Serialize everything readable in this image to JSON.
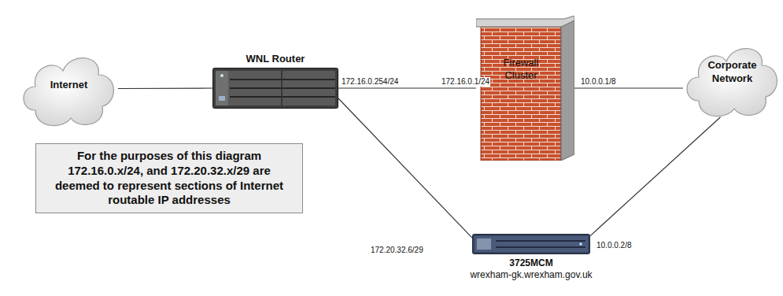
{
  "diagram": {
    "nodes": [
      {
        "text": [
          "Internet"
        ]
      },
      {
        "text": [
          "WNL Router"
        ]
      },
      {
        "text": [
          "Firewall Cluster"
        ]
      },
      {
        "text": [
          "Corporate Network"
        ]
      },
      {
        "text": [
          "For the purposes of this diagram 172.16.0.x/24, and 172.20.32.x/29 are deemed to represent sections of Internet routable IP addresses"
        ]
      },
      {
        "text": [
          "3725MCM",
          "wrexham-gk.wrexham.gov.uk"
        ]
      }
    ],
    "edges": [
      {
        "from": 0,
        "to": 1,
        "arrow": "none"
      },
      {
        "from": 1,
        "to": 2,
        "arrow": "none"
      },
      {
        "from": 2,
        "to": 3,
        "arrow": "none"
      },
      {
        "from": 1,
        "to": 5,
        "arrow": "none"
      },
      {
        "from": 5,
        "to": 3,
        "arrow": "none"
      }
    ],
    "labels": [
      "172.16.0.254/24",
      "172.16.0.1/24",
      "10.0.0.1/8",
      "172.20.32.6/29",
      "10.0.0.2/8"
    ]
  }
}
